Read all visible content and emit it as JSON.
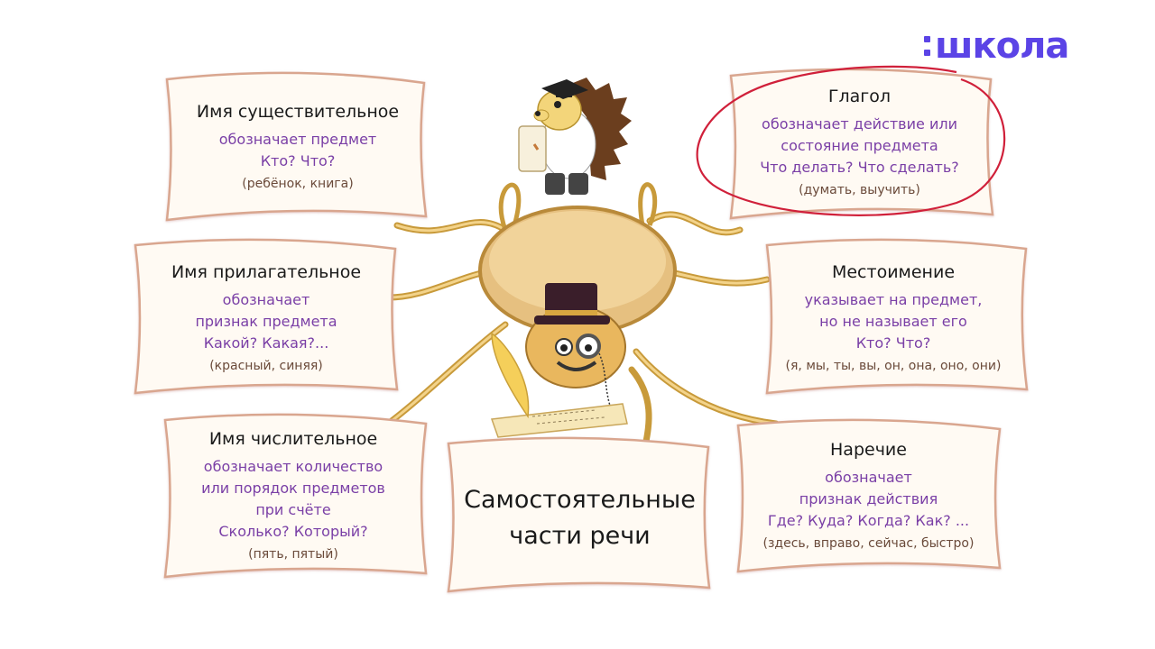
{
  "brand": {
    "logo_text": "школа"
  },
  "colors": {
    "description_text": "#7a3fa6",
    "title_text": "#1a1a1a",
    "example_text": "#6a4a3a",
    "frame_fill": "#fffaf3",
    "frame_stroke": "#d9a68f",
    "branch": "#c89a3a",
    "highlight_circle": "#d0203a",
    "brand": "#5b44e6"
  },
  "center": {
    "line1": "Самостоятельные",
    "line2": "части речи"
  },
  "cards": {
    "noun": {
      "title": "Имя существительное",
      "desc1": "обозначает предмет",
      "desc2": "Кто? Что?",
      "example": "(ребёнок, книга)"
    },
    "adjective": {
      "title": "Имя прилагательное",
      "desc1": "обозначает",
      "desc2": "признак предмета",
      "desc3": "Какой? Какая?...",
      "example": "(красный, синяя)"
    },
    "numeral": {
      "title": "Имя числительное",
      "desc1": "обозначает количество",
      "desc2": "или порядок предметов",
      "desc3": "при счёте",
      "desc4": "Сколько? Который?",
      "example": "(пять, пятый)"
    },
    "verb": {
      "title": "Глагол",
      "desc1": "обозначает действие или",
      "desc2": "состояние предмета",
      "desc3": "Что делать? Что сделать?",
      "example": "(думать, выучить)"
    },
    "pronoun": {
      "title": "Местоимение",
      "desc1": "указывает на предмет,",
      "desc2": "но не называет его",
      "desc3": "Кто? Что?",
      "example": "(я, мы, ты, вы, он, она, оно, они)"
    },
    "adverb": {
      "title": "Наречие",
      "desc1": "обозначает",
      "desc2": "признак действия",
      "desc3": "Где? Куда? Когда? Как? ...",
      "example": "(здесь, вправо, сейчас, быстро)"
    }
  },
  "icons": {
    "hedgehog": "hedgehog-scholar-icon",
    "bug": "beetle-with-top-hat-icon",
    "quill": "quill-pen-icon"
  }
}
